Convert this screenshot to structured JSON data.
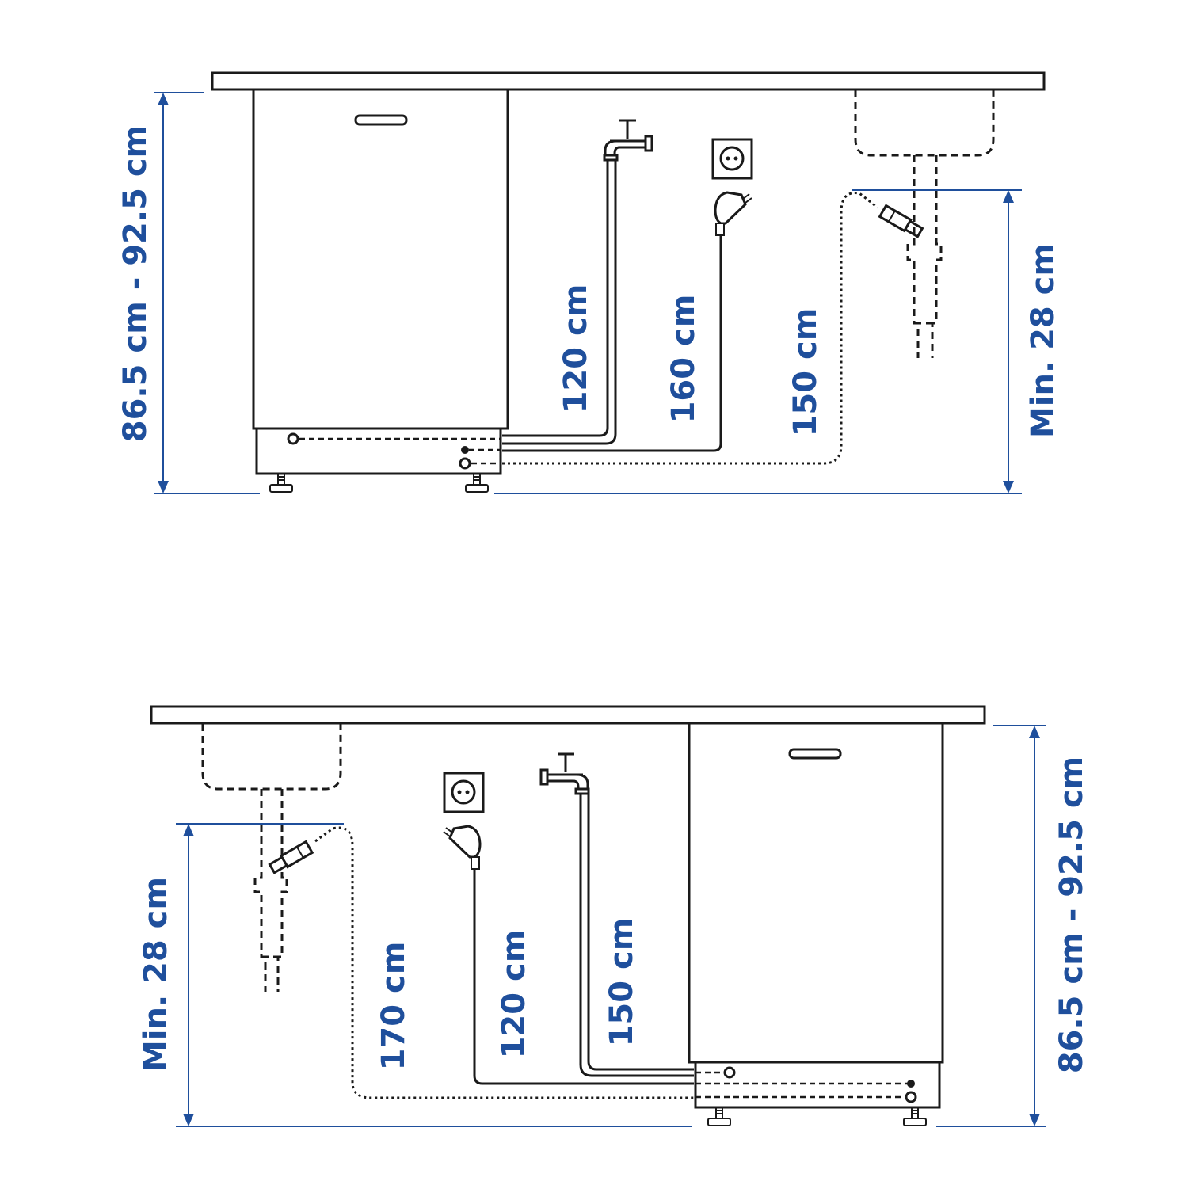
{
  "top": {
    "height_label": "86.5 cm - 92.5 cm",
    "water_hose_label": "120 cm",
    "power_cord_label": "160 cm",
    "drain_hose_label": "150 cm",
    "drain_height_label": "Min. 28 cm"
  },
  "bottom": {
    "drain_height_label": "Min. 28 cm",
    "drain_hose_label": "170 cm",
    "power_cord_label": "120 cm",
    "water_hose_label": "150 cm",
    "height_label": "86.5 cm - 92.5 cm"
  },
  "colors": {
    "line": "#1a1a1a",
    "dimension": "#1f4f9c"
  }
}
